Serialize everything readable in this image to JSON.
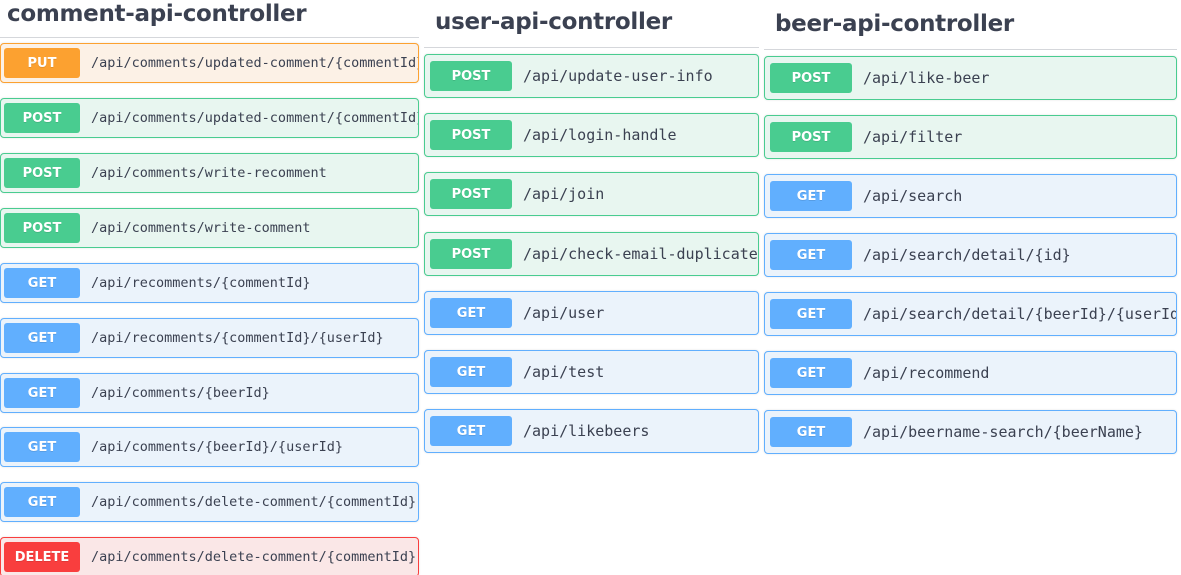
{
  "colors": {
    "put": "#fca130",
    "post": "#49cc90",
    "get": "#61affe",
    "delete": "#f93e3e",
    "title": "#3b4151"
  },
  "controllers": [
    {
      "title": "comment-api-controller",
      "operations": [
        {
          "method": "PUT",
          "path": "/api/comments/updated-comment/{commentId}"
        },
        {
          "method": "POST",
          "path": "/api/comments/updated-comment/{commentId}"
        },
        {
          "method": "POST",
          "path": "/api/comments/write-recomment"
        },
        {
          "method": "POST",
          "path": "/api/comments/write-comment"
        },
        {
          "method": "GET",
          "path": "/api/recomments/{commentId}"
        },
        {
          "method": "GET",
          "path": "/api/recomments/{commentId}/{userId}"
        },
        {
          "method": "GET",
          "path": "/api/comments/{beerId}"
        },
        {
          "method": "GET",
          "path": "/api/comments/{beerId}/{userId}"
        },
        {
          "method": "GET",
          "path": "/api/comments/delete-comment/{commentId}"
        },
        {
          "method": "DELETE",
          "path": "/api/comments/delete-comment/{commentId}"
        }
      ]
    },
    {
      "title": "user-api-controller",
      "operations": [
        {
          "method": "POST",
          "path": "/api/update-user-info"
        },
        {
          "method": "POST",
          "path": "/api/login-handle"
        },
        {
          "method": "POST",
          "path": "/api/join"
        },
        {
          "method": "POST",
          "path": "/api/check-email-duplicate"
        },
        {
          "method": "GET",
          "path": "/api/user"
        },
        {
          "method": "GET",
          "path": "/api/test"
        },
        {
          "method": "GET",
          "path": "/api/likebeers"
        }
      ]
    },
    {
      "title": "beer-api-controller",
      "operations": [
        {
          "method": "POST",
          "path": "/api/like-beer"
        },
        {
          "method": "POST",
          "path": "/api/filter"
        },
        {
          "method": "GET",
          "path": "/api/search"
        },
        {
          "method": "GET",
          "path": "/api/search/detail/{id}"
        },
        {
          "method": "GET",
          "path": "/api/search/detail/{beerId}/{userId}"
        },
        {
          "method": "GET",
          "path": "/api/recommend"
        },
        {
          "method": "GET",
          "path": "/api/beername-search/{beerName}"
        }
      ]
    }
  ]
}
